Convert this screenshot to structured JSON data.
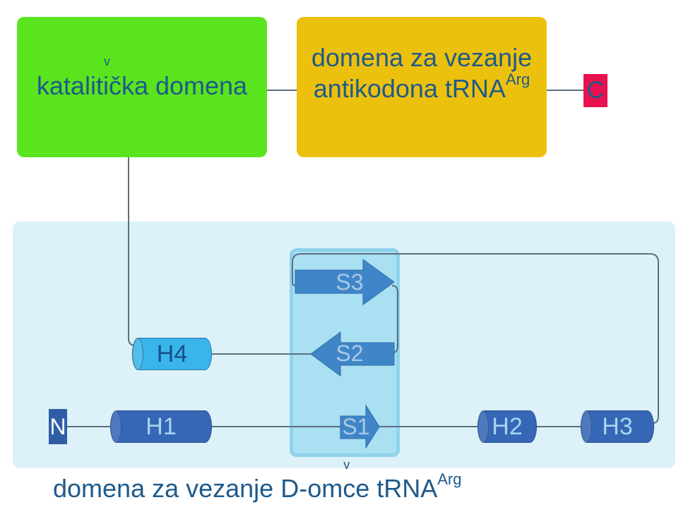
{
  "domains": {
    "catalytic": {
      "before": "katalit",
      "caron_char": "i",
      "caron": "v",
      "after": "čka domena"
    },
    "anticodon": {
      "line1": "domena za vezanje",
      "line2": "antikodona tRNA",
      "sup": "Arg"
    },
    "d_loop": {
      "before": "domena za vezanje D-om",
      "caron_char": "c",
      "caron": "v",
      "after": "e tRNA",
      "sup": "Arg"
    }
  },
  "termini": {
    "n": "N",
    "c": "C"
  },
  "helices": {
    "h1": "H1",
    "h2": "H2",
    "h3": "H3",
    "h4": "H4"
  },
  "strands": {
    "s1": "S1",
    "s2": "S2",
    "s3": "S3"
  },
  "colors": {
    "catalytic": "#5ae41e",
    "anticodon": "#ecc10e",
    "c_terminus": "#e8124e",
    "panel": "#ddf1f8",
    "helix_dark": "#3667b6",
    "helix_light": "#39b5ea",
    "strand": "#3f86c8"
  }
}
